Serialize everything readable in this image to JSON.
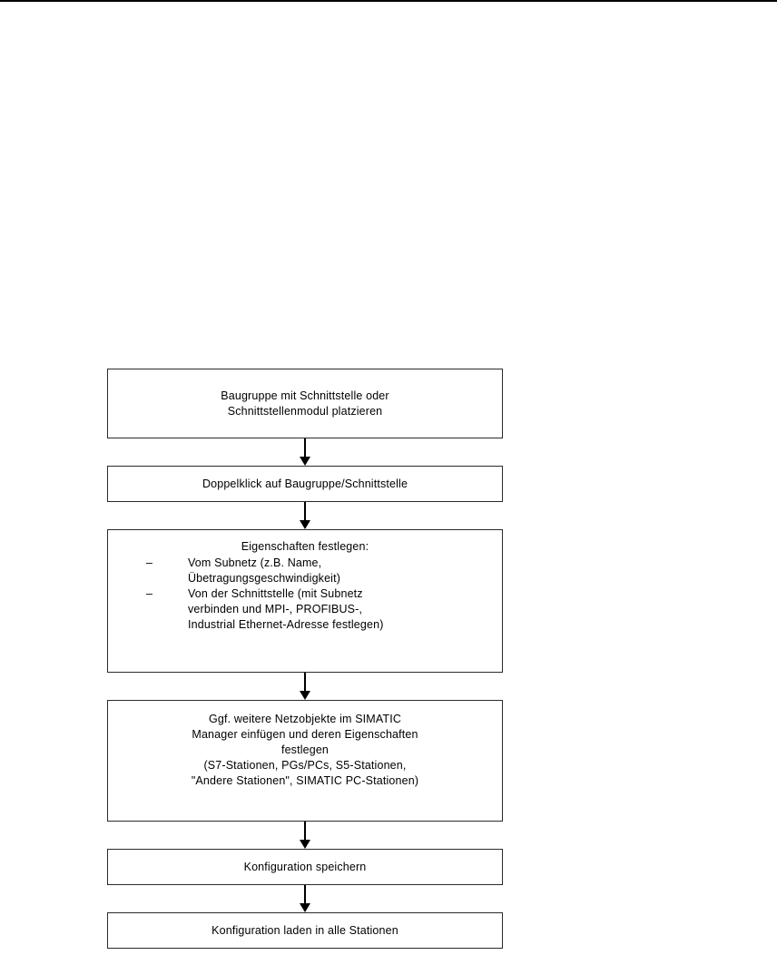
{
  "diagram": {
    "type": "flowchart",
    "orientation": "vertical",
    "language": "de",
    "connector_icon": "down-arrow-icon",
    "colors": {
      "box_border": "#2b2b2b",
      "box_fill": "#ffffff",
      "text": "#000000",
      "arrow": "#000000"
    },
    "nodes": [
      {
        "id": "node-1",
        "lines": [
          "Baugruppe mit Schnittstelle oder",
          "Schnittstellenmodul platzieren"
        ]
      },
      {
        "id": "node-2",
        "lines": [
          "Doppelklick auf Baugruppe/Schnittstelle"
        ]
      },
      {
        "id": "node-3",
        "heading": "Eigenschaften festlegen:",
        "bullets": [
          {
            "marker": "–",
            "lines": [
              "Vom Subnetz (z.B. Name,",
              "Übetragungsgeschwindigkeit)"
            ]
          },
          {
            "marker": "–",
            "lines": [
              "Von der Schnittstelle (mit Subnetz",
              "verbinden und MPI-, PROFIBUS-,",
              "Industrial Ethernet-Adresse festlegen)"
            ]
          }
        ]
      },
      {
        "id": "node-4",
        "lines": [
          "Ggf. weitere Netzobjekte im SIMATIC",
          "Manager einfügen und deren Eigenschaften",
          "festlegen",
          "(S7-Stationen, PGs/PCs, S5-Stationen,",
          "\"Andere Stationen\", SIMATIC PC-Stationen)"
        ]
      },
      {
        "id": "node-5",
        "lines": [
          "Konfiguration speichern"
        ]
      },
      {
        "id": "node-6",
        "lines": [
          "Konfiguration laden in alle Stationen"
        ]
      }
    ]
  }
}
